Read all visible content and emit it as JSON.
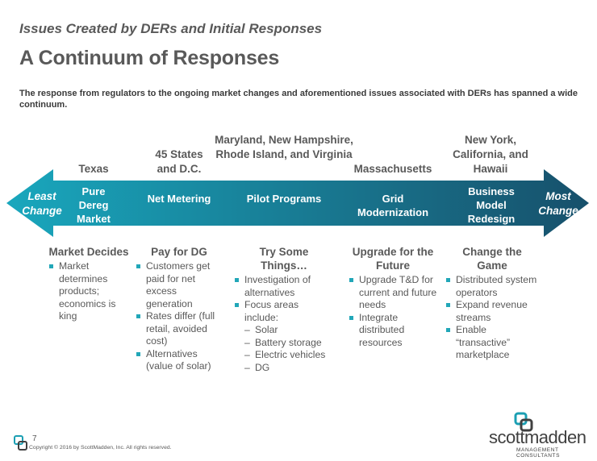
{
  "header": {
    "subtitle": "Issues Created by DERs and Initial Responses",
    "title": "A Continuum of Responses"
  },
  "intro": "The response from regulators to the ongoing market changes and aforementioned issues associated with DERs has spanned a wide continuum.",
  "continuum": {
    "start_label": "Least Change",
    "end_label": "Most Change",
    "colors": {
      "start": "#19a7bd",
      "end": "#17506b"
    }
  },
  "columns": [
    {
      "location": "Texas",
      "stage": "Pure Dereg Market",
      "heading": "Market Decides",
      "bullets": [
        {
          "text": "Market determines products; economics is king"
        }
      ]
    },
    {
      "location": "45 States and D.C.",
      "stage": "Net Metering",
      "heading": "Pay for DG",
      "bullets": [
        {
          "text": "Customers get paid for net excess generation"
        },
        {
          "text": "Rates differ (full retail, avoided cost)"
        },
        {
          "text": "Alternatives (value of solar)"
        }
      ]
    },
    {
      "location": "Maryland, New Hampshire, Rhode Island, and Virginia",
      "stage": "Pilot Programs",
      "heading": "Try Some Things…",
      "bullets": [
        {
          "text": "Investigation of alternatives"
        },
        {
          "text": "Focus areas include:",
          "sub": [
            "Solar",
            "Battery storage",
            "Electric vehicles",
            "DG"
          ]
        }
      ]
    },
    {
      "location": "Massachusetts",
      "stage": "Grid Modernization",
      "heading": "Upgrade for the Future",
      "bullets": [
        {
          "text": "Upgrade T&D for current and future needs"
        },
        {
          "text": "Integrate distributed resources"
        }
      ]
    },
    {
      "location": "New York, California, and Hawaii",
      "stage": "Business Model Redesign",
      "heading": "Change the Game",
      "bullets": [
        {
          "text": "Distributed system operators"
        },
        {
          "text": "Expand revenue streams"
        },
        {
          "text": "Enable “transactive” marketplace"
        }
      ]
    }
  ],
  "footer": {
    "page_number": "7",
    "copyright": "Copyright © 2016 by ScottMadden, Inc. All rights reserved.",
    "logo_name": "scottmadden",
    "logo_tagline": "MANAGEMENT CONSULTANTS"
  }
}
